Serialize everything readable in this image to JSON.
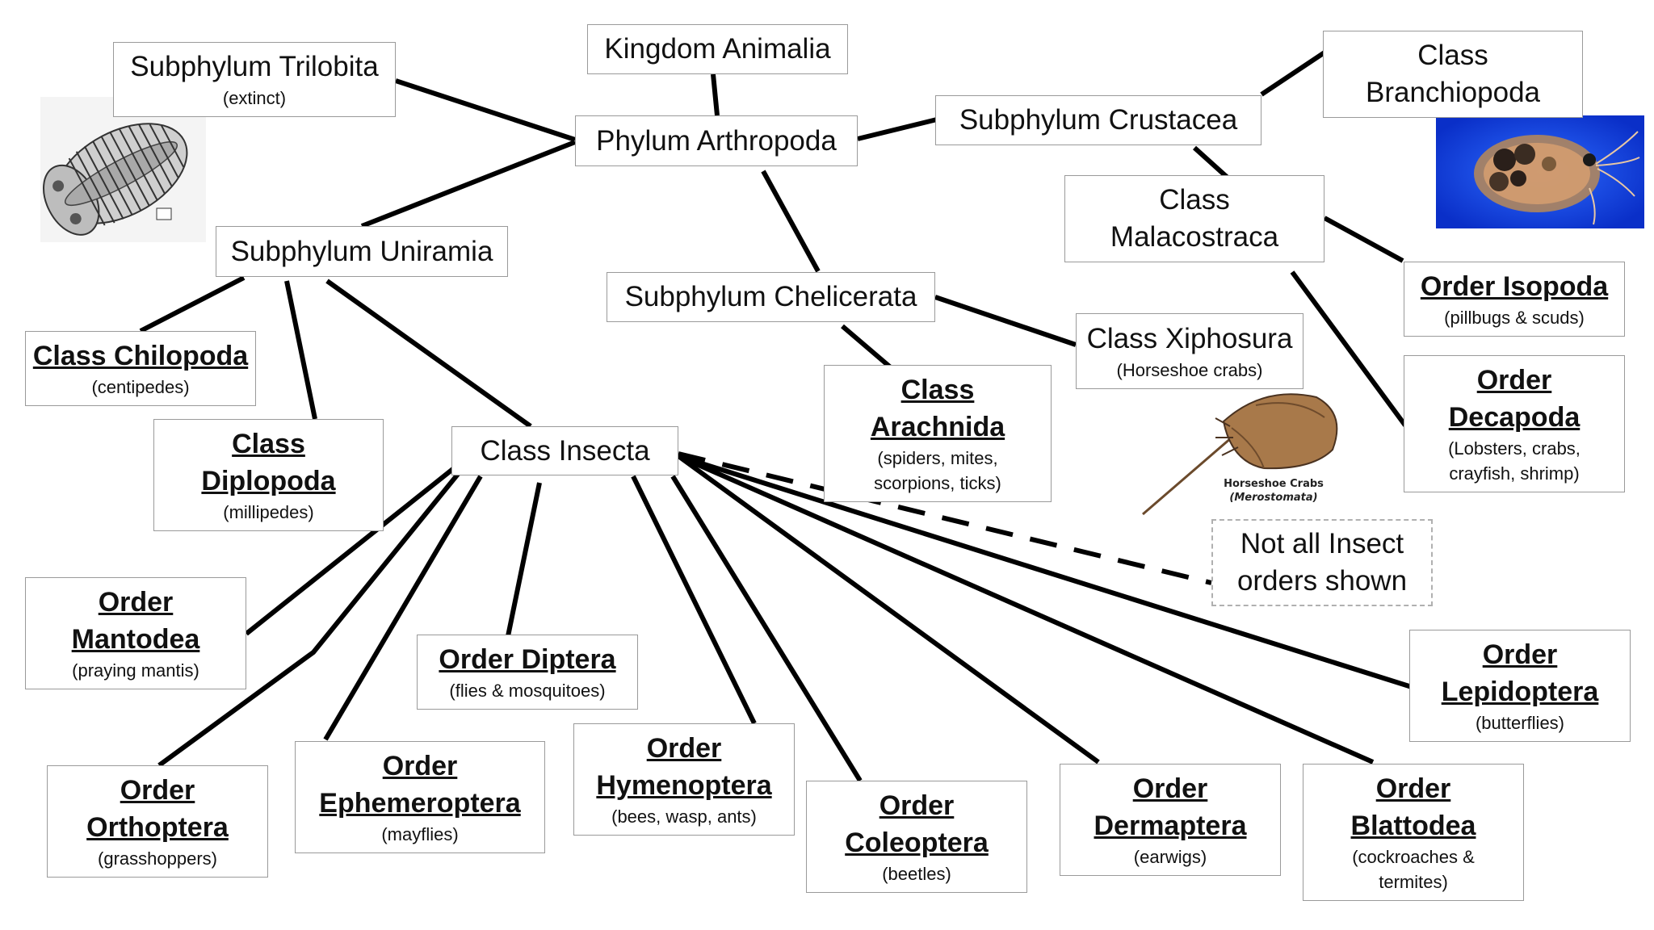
{
  "nodes": {
    "kingdom_animalia": {
      "title": "Kingdom Animalia"
    },
    "phylum_arthropoda": {
      "title": "Phylum Arthropoda"
    },
    "subphylum_trilobita": {
      "title": "Subphylum Trilobita",
      "subtitle": "(extinct)"
    },
    "subphylum_crustacea": {
      "title": "Subphylum Crustacea"
    },
    "class_branchiopoda": {
      "title1": "Class",
      "title2": "Branchiopoda"
    },
    "class_malacostraca": {
      "title1": "Class",
      "title2": "Malacostraca"
    },
    "order_isopoda": {
      "title": "Order Isopoda",
      "subtitle": "(pillbugs & scuds)"
    },
    "order_decapoda": {
      "title1": "Order",
      "title2": "Decapoda",
      "subtitle1": "(Lobsters, crabs,",
      "subtitle2": "crayfish, shrimp)"
    },
    "subphylum_uniramia": {
      "title": "Subphylum Uniramia"
    },
    "subphylum_chelicerata": {
      "title": "Subphylum Chelicerata"
    },
    "class_xiphosura": {
      "title": "Class Xiphosura",
      "subtitle": "(Horseshoe crabs)"
    },
    "class_arachnida": {
      "title1": "Class",
      "title2": "Arachnida",
      "subtitle1": "(spiders, mites,",
      "subtitle2": "scorpions, ticks)"
    },
    "class_chilopoda": {
      "title": "Class Chilopoda",
      "subtitle": "(centipedes)"
    },
    "class_diplopoda": {
      "title1": "Class",
      "title2": "Diplopoda",
      "subtitle": "(millipedes)"
    },
    "class_insecta": {
      "title": "Class Insecta"
    },
    "note": {
      "line1": "Not all Insect",
      "line2": "orders shown"
    },
    "order_mantodea": {
      "title1": "Order",
      "title2": "Mantodea",
      "subtitle": "(praying mantis)"
    },
    "order_diptera": {
      "title": "Order Diptera",
      "subtitle": "(flies & mosquitoes)"
    },
    "order_orthoptera": {
      "title1": "Order",
      "title2": "Orthoptera",
      "subtitle": "(grasshoppers)"
    },
    "order_ephemeroptera": {
      "title1": "Order",
      "title2": "Ephemeroptera",
      "subtitle": "(mayflies)"
    },
    "order_hymenoptera": {
      "title1": "Order",
      "title2": "Hymenoptera",
      "subtitle": "(bees, wasp, ants)"
    },
    "order_coleoptera": {
      "title1": "Order",
      "title2": "Coleoptera",
      "subtitle": "(beetles)"
    },
    "order_dermaptera": {
      "title1": "Order",
      "title2": "Dermaptera",
      "subtitle": "(earwigs)"
    },
    "order_blattodea": {
      "title1": "Order",
      "title2": "Blattodea",
      "subtitle1": "(cockroaches &",
      "subtitle2": "termites)"
    },
    "order_lepidoptera": {
      "title1": "Order",
      "title2": "Lepidoptera",
      "subtitle": "(butterflies)"
    }
  },
  "images": {
    "trilobite": {
      "icon": "trilobite-illustration"
    },
    "daphnia": {
      "icon": "water-flea-photo"
    },
    "horseshoe_crab": {
      "icon": "horseshoe-crab-illustration",
      "caption1": "Horseshoe Crabs",
      "caption2": "(Merostomata)"
    }
  },
  "colors": {
    "line": "#000000",
    "box_border": "#9a9a9a",
    "photo_background": "#1a4fd8"
  }
}
